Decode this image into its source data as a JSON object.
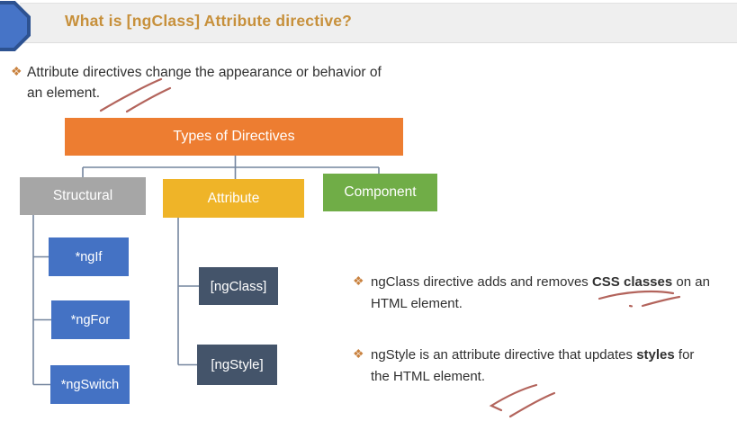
{
  "slide": {
    "header": {
      "title": "What is [ngClass] Attribute directive?",
      "title_color": "#C7903B",
      "bar_color": "#EFEFEF",
      "badge": {
        "shape": "octagon",
        "fill": "#4674C7",
        "border": "#2D5291"
      }
    },
    "bullet_icon": "❖",
    "bullet_icon_color": "#C9823F",
    "intro_bullet": {
      "line1": "Attribute directives change the appearance or behavior of",
      "line2": "an element."
    },
    "diagram": {
      "root": {
        "label": "Types of Directives",
        "color": "#ED7D31"
      },
      "branches": [
        {
          "label": "Structural",
          "color": "#A6A6A6"
        },
        {
          "label": "Attribute",
          "color": "#EFB428"
        },
        {
          "label": "Component",
          "color": "#70AD47"
        }
      ],
      "structural_children": {
        "color": "#4472C4",
        "labels": [
          "*ngIf",
          "*ngFor",
          "*ngSwitch"
        ]
      },
      "attribute_children": {
        "color": "#44546A",
        "labels": [
          "[ngClass]",
          "[ngStyle]"
        ]
      },
      "connector_color": "#74859E"
    },
    "notes": [
      {
        "pre": "ngClass directive adds and removes ",
        "bold": "CSS classes",
        "post": " on an",
        "line2": "HTML element."
      },
      {
        "pre": "ngStyle is an attribute directive that updates ",
        "bold": "styles",
        "post": " for",
        "line2": "the HTML element."
      }
    ],
    "annotations": {
      "pen_color": "#A94F46",
      "style": "hand-drawn underline strokes"
    }
  }
}
